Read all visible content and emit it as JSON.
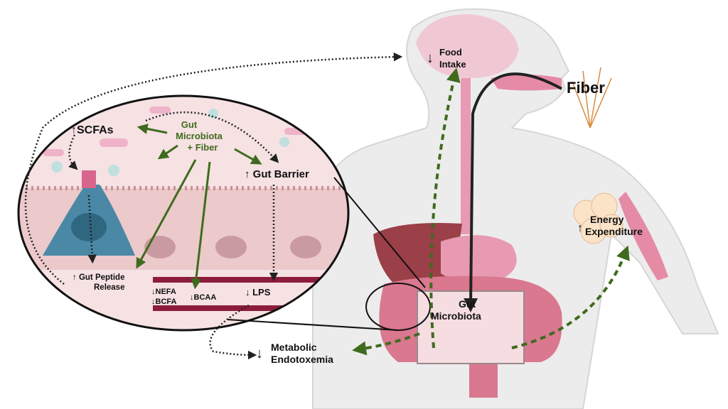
{
  "labels": {
    "food_intake_arrow": "↓",
    "food_intake_1": "Food",
    "food_intake_2": "Intake",
    "fiber": "Fiber",
    "scfas": "↑SCFAs",
    "gut_microbiota_fiber_1": "Gut",
    "gut_microbiota_fiber_2": "Microbiota",
    "gut_microbiota_fiber_3": "+ Fiber",
    "gut_barrier": "↑ Gut Barrier",
    "gut_peptide_1": "↑ Gut Peptide",
    "gut_peptide_2": "Release",
    "nefa": "↓NEFA",
    "bcfa": "↓BCFA",
    "bcaa": "↓BCAA",
    "lps": "↓ LPS",
    "energy_arrow": "↑",
    "energy_1": "Energy",
    "energy_2": "Expenditure",
    "gut_microbiota_1": "Gut",
    "gut_microbiota_2": "Microbiota",
    "metabolic_arrow": "↓",
    "metabolic_1": "Metabolic",
    "metabolic_2": "Endotoxemia"
  },
  "colors": {
    "green_arrow": "#3f6b1e",
    "body": "#e9e9e9",
    "tissue_pink": "#f6e1e3",
    "cell": "#ecc9cb",
    "enteroendocrine": "#4a88a6",
    "vessel": "#8d1c3c",
    "intestine": "#d9788f",
    "liver": "#9b3f48",
    "text": "#111111"
  }
}
